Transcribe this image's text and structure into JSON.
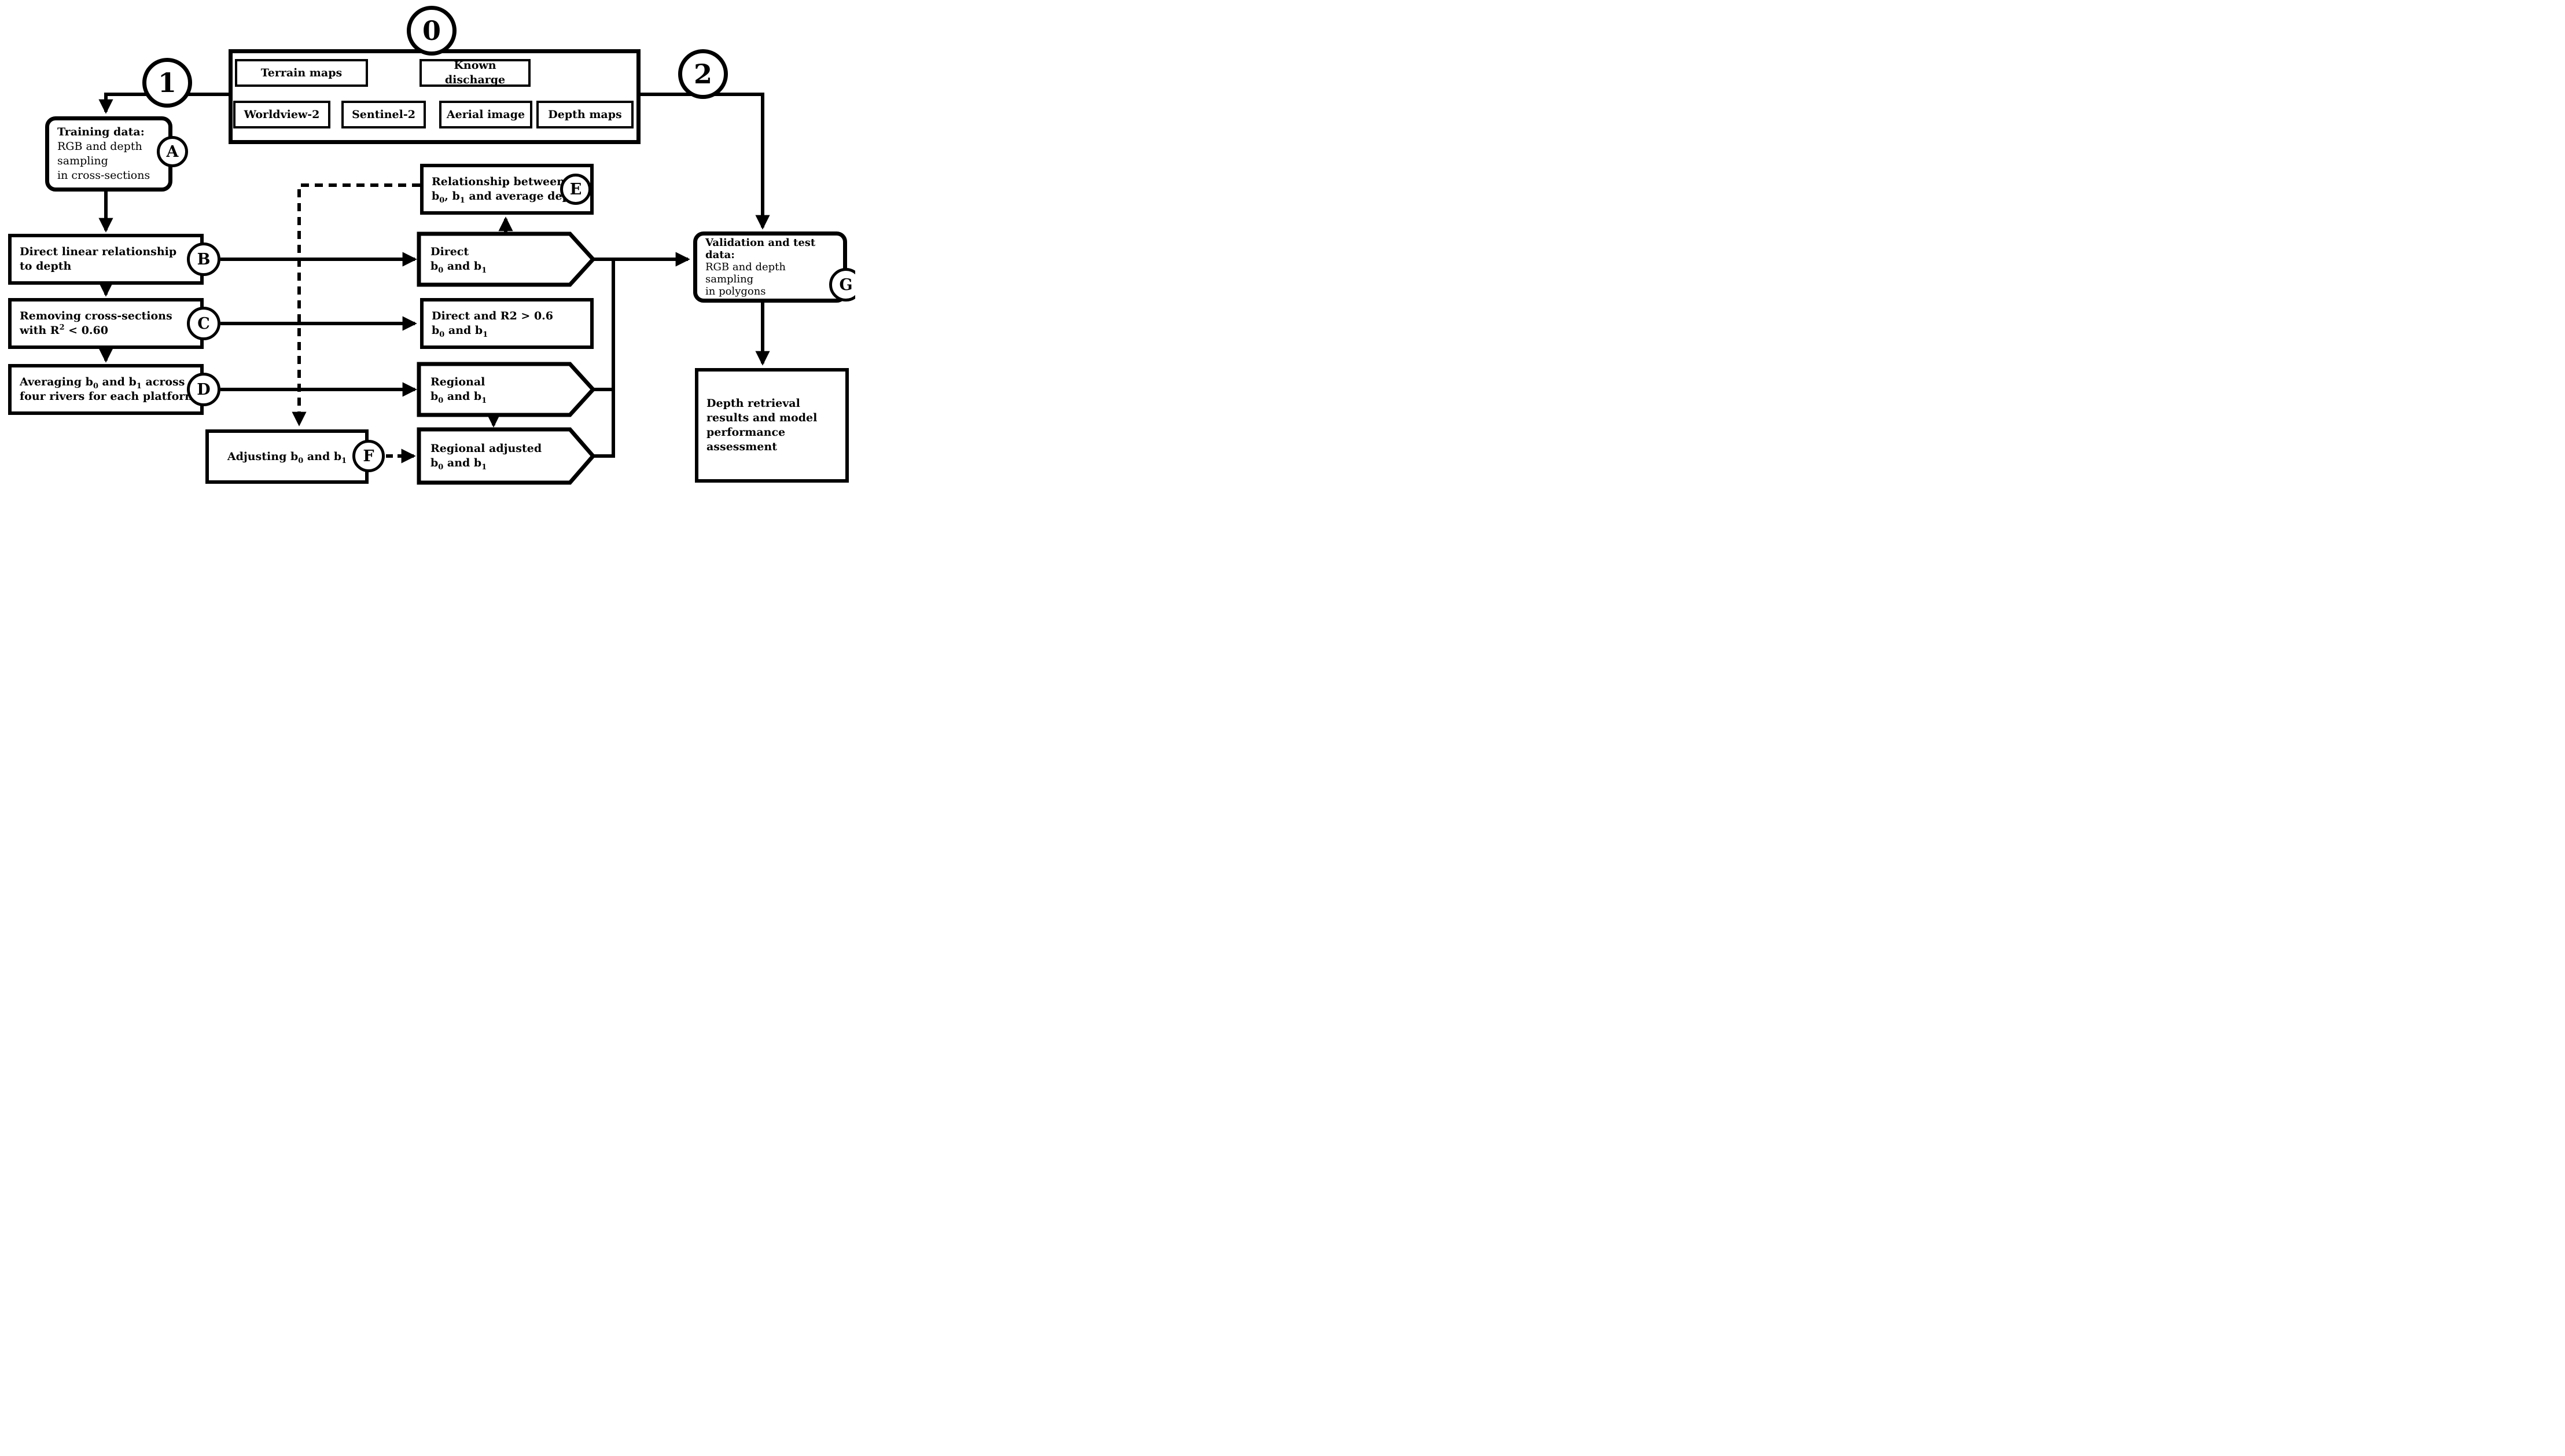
{
  "figure": {
    "type": "flowchart",
    "step_labels": {
      "s0": "0",
      "s1": "1",
      "s2": "2"
    },
    "top_box": {
      "terrain": "Terrain maps",
      "known_discharge": "Known discharge",
      "worldview": "Worldview-2",
      "sentinel": "Sentinel-2",
      "aerial": "Aerial image",
      "depth_maps": "Depth maps"
    },
    "nodes": {
      "training": {
        "badge": "A",
        "title": "Training data:",
        "body": "RGB and depth\nsampling\nin cross-sections"
      },
      "direct_linear": {
        "badge": "B",
        "text": "Direct linear relationship\nto depth"
      },
      "removing": {
        "badge": "C",
        "text": "Removing cross-sections\nwith R^2^ < 0.60"
      },
      "averaging": {
        "badge": "D",
        "text": "Averaging b_0_ and b_1_ across\nfour rivers for each platform"
      },
      "relationship": {
        "badge": "E",
        "text": "Relationship between\nb_0_, b_1_ and average depth"
      },
      "direct_coeffs": {
        "text": "Direct\nb_0_ and b_1_"
      },
      "direct_r2": {
        "text": "Direct and R2 > 0.6\nb_0_ and b_1_"
      },
      "regional_coeffs": {
        "text": "Regional\nb_0_ and b_1_"
      },
      "adjusting": {
        "badge": "F",
        "text": "Adjusting b_0_ and b_1_"
      },
      "regional_adjusted": {
        "text": "Regional adjusted\nb_0_ and b_1_"
      },
      "validation": {
        "badge": "G",
        "title": "Validation and test\ndata:",
        "body": "RGB  and depth\nsampling\nin polygons"
      },
      "results": {
        "text": "Depth retrieval\nresults and model\nperformance\nassessment"
      }
    },
    "colors": {
      "line": "#000000",
      "background": "#ffffff"
    }
  }
}
